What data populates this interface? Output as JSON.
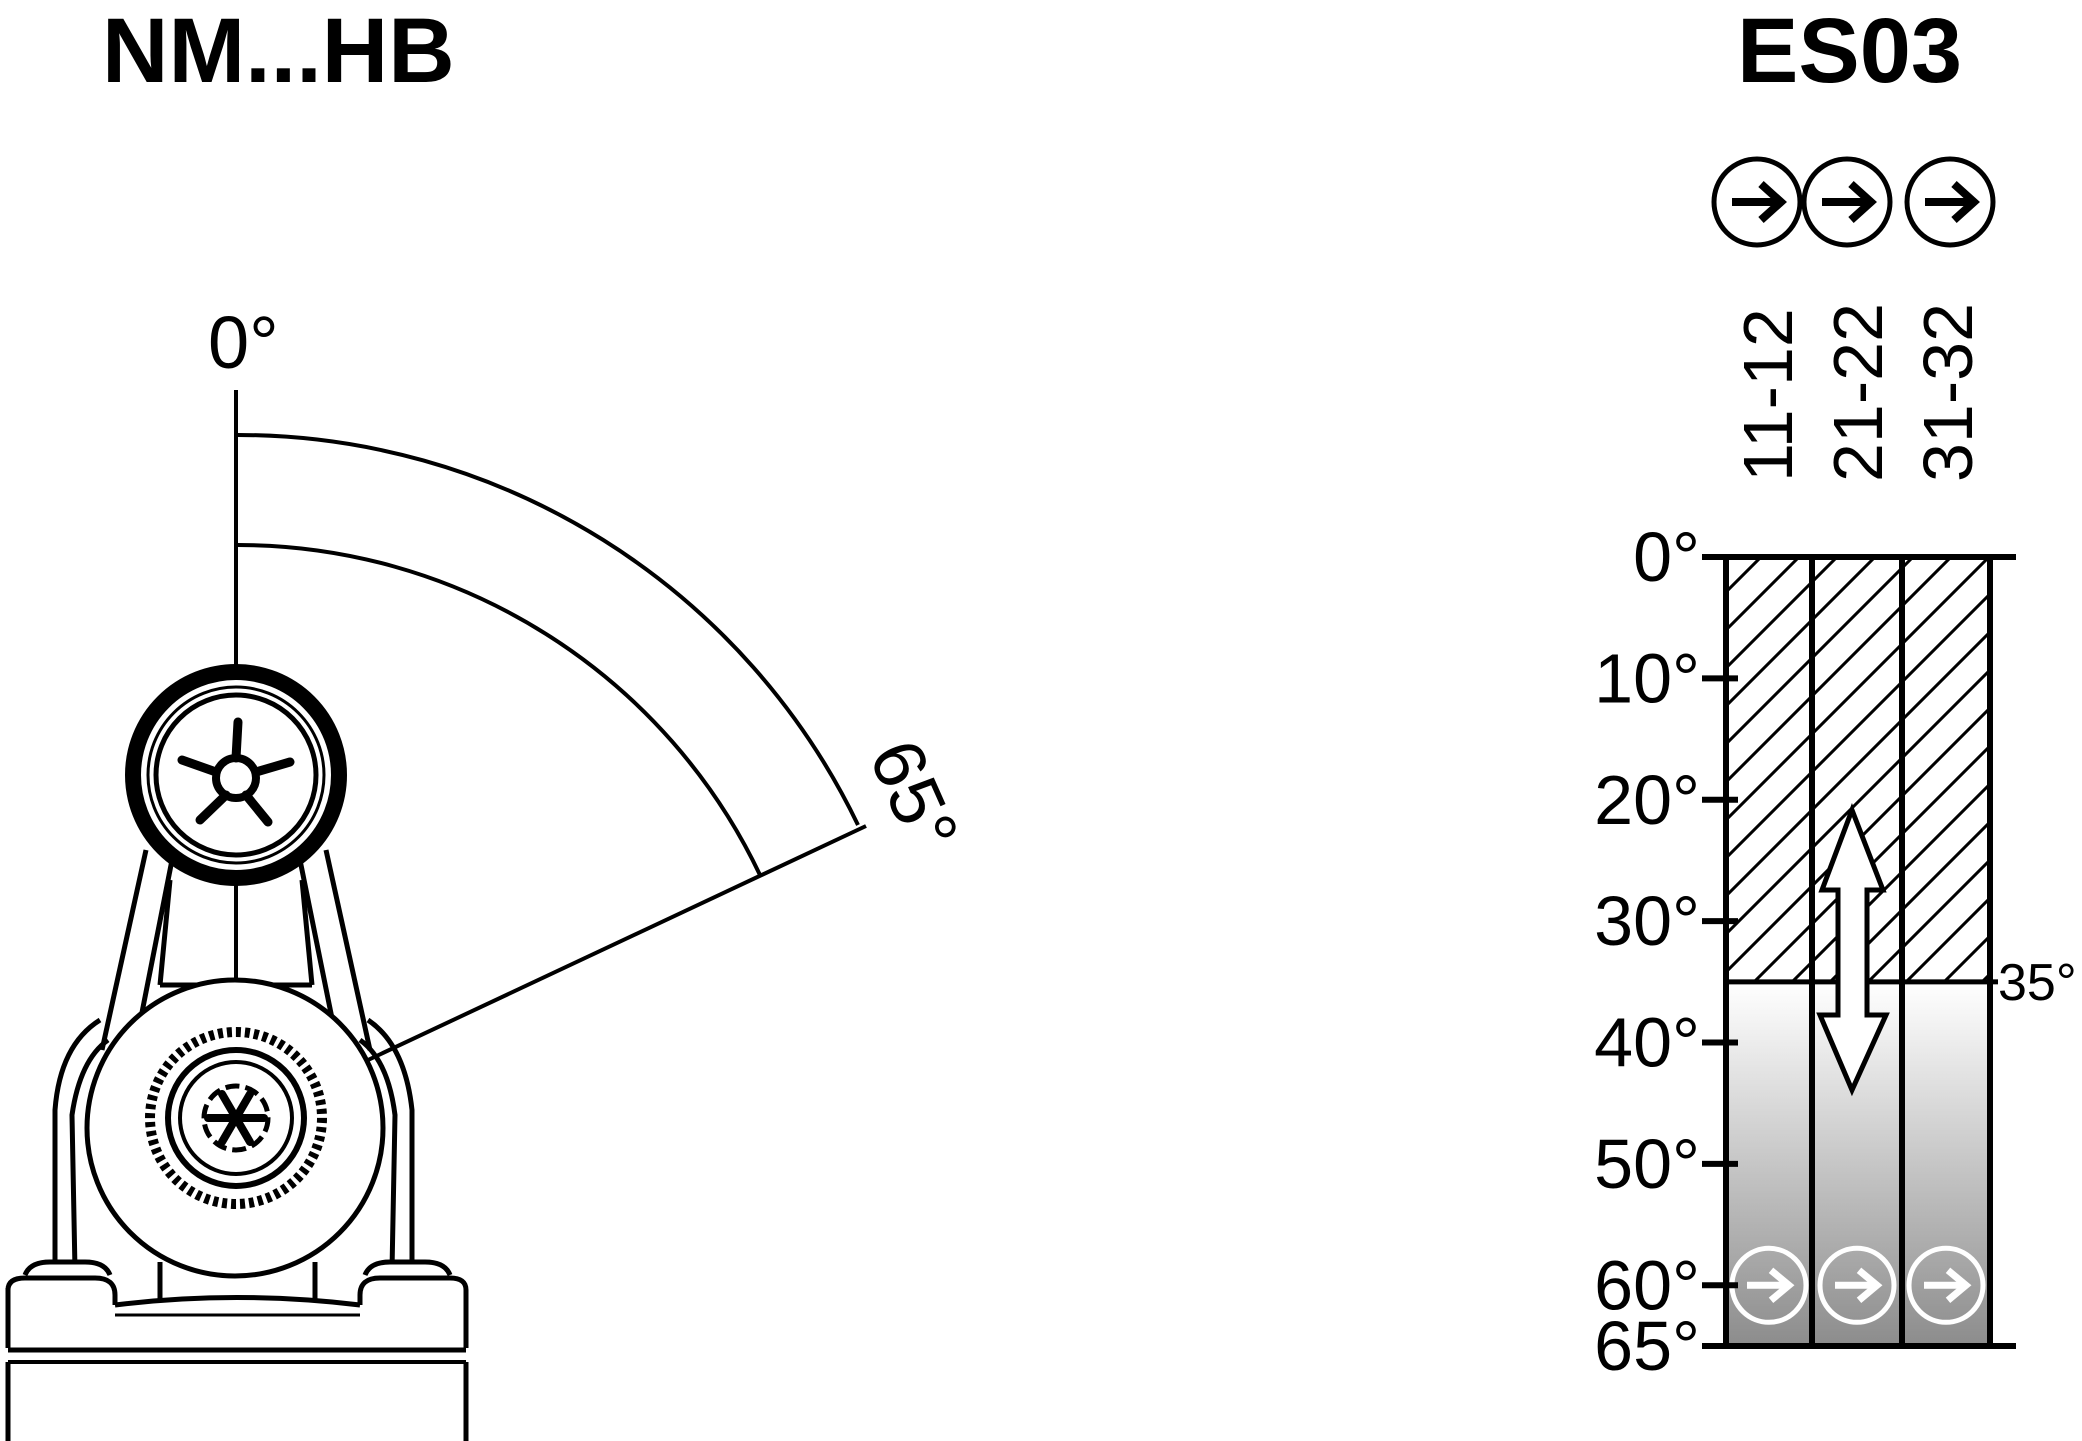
{
  "left": {
    "title": "NM...HB",
    "angle_start_label": "0°",
    "angle_end_label": "65°",
    "arc_angle_deg": 65
  },
  "right": {
    "title": "ES03",
    "icons": [
      "arrow-right-circle-icon",
      "arrow-right-circle-icon",
      "arrow-right-circle-icon"
    ],
    "contacts": [
      "11-12",
      "21-22",
      "31-32"
    ],
    "scale_ticks": [
      "0°",
      "10°",
      "20°",
      "30°",
      "40°",
      "50°",
      "60°",
      "65°"
    ],
    "switch_point_label": "35°",
    "switch_point_deg": 35,
    "max_deg": 65,
    "colors": {
      "hatch": "#000000",
      "gradient_top": "#ffffff",
      "gradient_bottom": "#8c8c8c"
    }
  }
}
